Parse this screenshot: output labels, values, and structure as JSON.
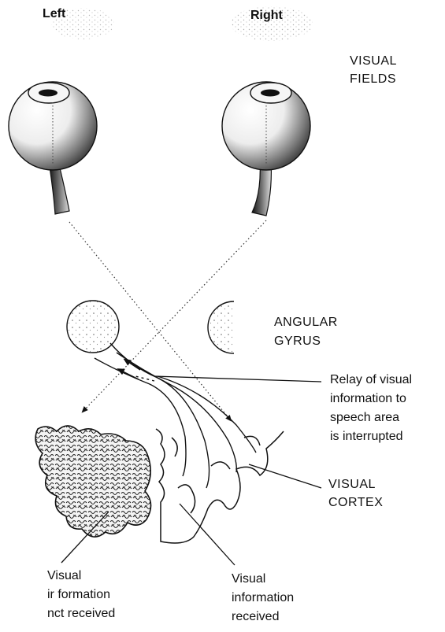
{
  "fields": {
    "left": "Left",
    "right": "Right",
    "title_line1": "VISUAL",
    "title_line2": "FIELDS"
  },
  "angular_gyrus": {
    "line1": "ANGULAR",
    "line2": "GYRUS"
  },
  "relay": {
    "line1": "Relay of visual",
    "line2": "information to",
    "line3": "speech area",
    "line4": "is interrupted"
  },
  "cortex": {
    "line1": "VISUAL",
    "line2": "CORTEX"
  },
  "not_received": {
    "line1": "Visual",
    "line2": "ir formation",
    "line3": "nct received"
  },
  "received": {
    "line1": "Visual",
    "line2": "information",
    "line3": "received"
  }
}
